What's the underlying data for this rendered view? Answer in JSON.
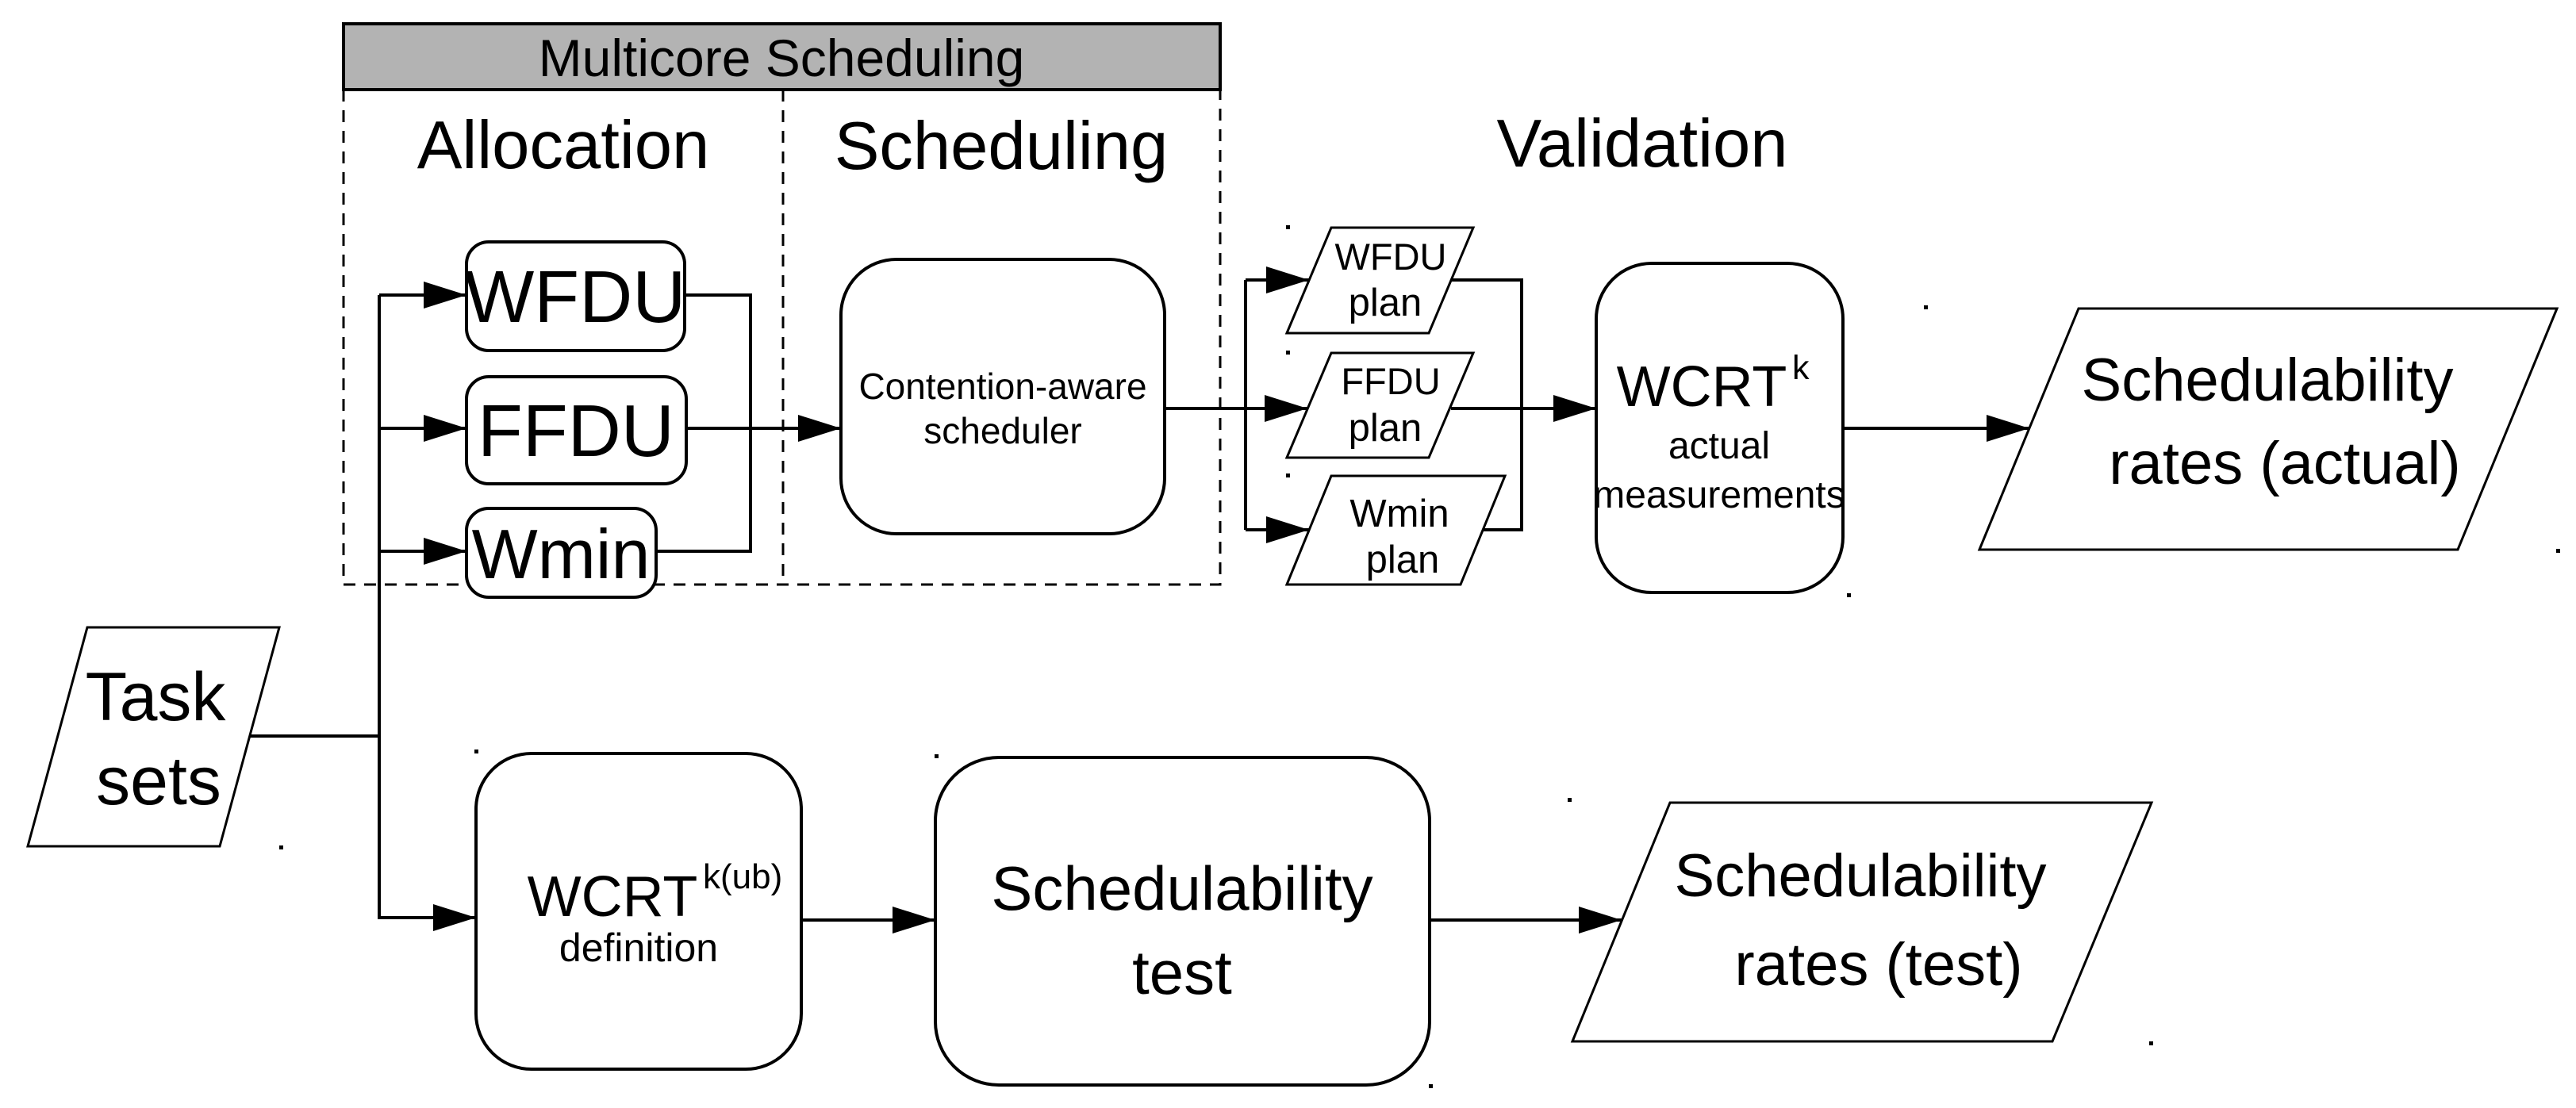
{
  "header": {
    "title": "Multicore Scheduling"
  },
  "sections": {
    "allocation": "Allocation",
    "scheduling": "Scheduling",
    "validation": "Validation"
  },
  "nodes": {
    "task_sets": {
      "line1": "Task",
      "line2": "sets"
    },
    "wfdu": {
      "label": "WFDU"
    },
    "ffdu": {
      "label": "FFDU"
    },
    "wmin": {
      "label": "Wmin"
    },
    "scheduler": {
      "line1": "Contention-aware",
      "line2": "scheduler"
    },
    "wfdu_plan": {
      "line1": "WFDU",
      "line2": "plan"
    },
    "ffdu_plan": {
      "line1": "FFDU",
      "line2": "plan"
    },
    "wmin_plan": {
      "line1": "Wmin",
      "line2": "plan"
    },
    "wcrt_actual": {
      "title": "WCRT",
      "superscript": "k",
      "line2": "actual",
      "line3": "measurements"
    },
    "rates_actual": {
      "line1": "Schedulability",
      "line2": "rates (actual)"
    },
    "wcrt_ub": {
      "title": "WCRT",
      "superscript": "k(ub)",
      "line2": "definition"
    },
    "sched_test": {
      "line1": "Schedulability",
      "line2": "test"
    },
    "rates_test": {
      "line1": "Schedulability",
      "line2": "rates (test)"
    }
  },
  "colors": {
    "header_fill": "#b3b3b3",
    "stroke": "#000000",
    "background": "#ffffff"
  }
}
